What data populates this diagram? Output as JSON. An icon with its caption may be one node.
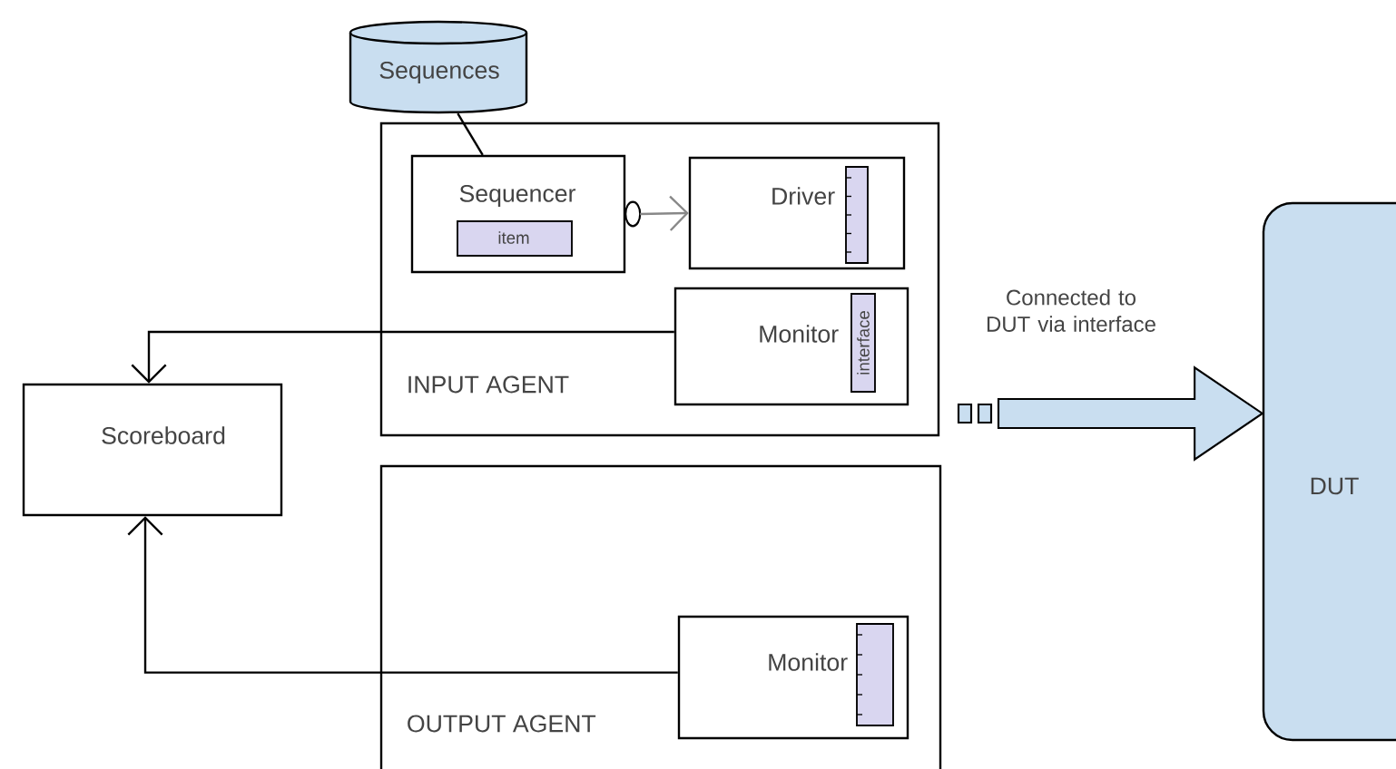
{
  "diagram": {
    "nodes": [
      {
        "text": [
          "Sequences"
        ]
      },
      {
        "text": [
          "INPUT AGENT"
        ]
      },
      {
        "text": [
          "Sequencer"
        ],
        "in": 1
      },
      {
        "text": [
          "item"
        ],
        "in": 2
      },
      {
        "text": [
          "Driver"
        ],
        "in": 1
      },
      {
        "text": [],
        "shape": "bar",
        "in": 4
      },
      {
        "text": [
          "Monitor"
        ],
        "in": 1
      },
      {
        "text": [
          "interface"
        ],
        "in": 6
      },
      {
        "text": [
          "Scoreboard"
        ]
      },
      {
        "text": [
          "OUTPUT AGENT"
        ]
      },
      {
        "text": [
          "Monitor"
        ],
        "in": 9
      },
      {
        "text": [],
        "shape": "bar",
        "in": 10
      },
      {
        "text": [
          "DUT"
        ]
      }
    ],
    "edges": [
      {
        "from": 0,
        "to": 2,
        "arrow": "none"
      },
      {
        "from": 2,
        "to": 4,
        "arrow": "to",
        "color": "#888888"
      },
      {
        "from": 6,
        "to": 8,
        "arrow": "to"
      },
      {
        "from": 10,
        "to": 8,
        "arrow": "to"
      },
      {
        "from": null,
        "to": 12,
        "arrow": "to",
        "label": "Connected to DUT via interface",
        "style": "thick",
        "color": "#c9def0"
      }
    ]
  }
}
